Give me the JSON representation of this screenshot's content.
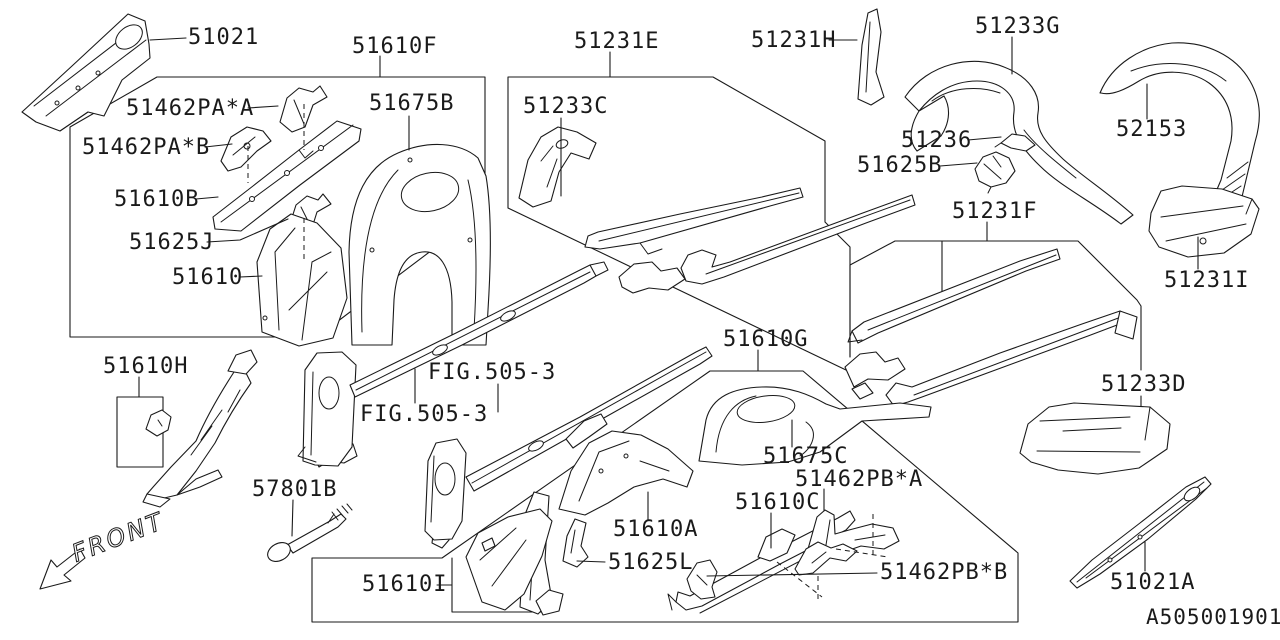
{
  "diagram": {
    "kind": "vehicle body parts catalog figure",
    "code": "A505001901",
    "front_indicator": "FRONT",
    "colors": {
      "line": "#1a1a1a",
      "background": "#ffffff"
    },
    "part_numbers": [
      "51021",
      "51610F",
      "51231E",
      "51231H",
      "51233G",
      "52153",
      "51462PA*A",
      "51462PA*B",
      "51233C",
      "51236",
      "51625B",
      "51610B",
      "51625J",
      "51610",
      "51675B",
      "51231F",
      "51231I",
      "51610H",
      "51233D",
      "51610G",
      "57801B",
      "51675C",
      "51462PB*A",
      "51610C",
      "51610A",
      "51625L",
      "51462PB*B",
      "51610I",
      "51021A"
    ],
    "figure_references": [
      "FIG.505-3",
      "FIG.505-3"
    ]
  },
  "labels": {
    "p51021": "51021",
    "p51610F": "51610F",
    "p51231E": "51231E",
    "p51231H": "51231H",
    "p51233G": "51233G",
    "p52153": "52153",
    "p51462PA_A": "51462PA*A",
    "p51462PA_B": "51462PA*B",
    "p51233C": "51233C",
    "p51236": "51236",
    "p51625B": "51625B",
    "p51610B": "51610B",
    "p51625J": "51625J",
    "p51610": "51610",
    "p51675B": "51675B",
    "p51231F": "51231F",
    "p51231I": "51231I",
    "p51610H": "51610H",
    "fig_ref_1": "FIG.505-3",
    "fig_ref_2": "FIG.505-3",
    "p51233D": "51233D",
    "p51610G": "51610G",
    "p57801B": "57801B",
    "p51675C": "51675C",
    "p51462PB_A": "51462PB*A",
    "p51610C": "51610C",
    "p51610A": "51610A",
    "p51625L": "51625L",
    "p51462PB_B": "51462PB*B",
    "p51610I": "51610I",
    "p51021A": "51021A",
    "front_label": "FRONT",
    "diagram_code": "A505001901"
  }
}
